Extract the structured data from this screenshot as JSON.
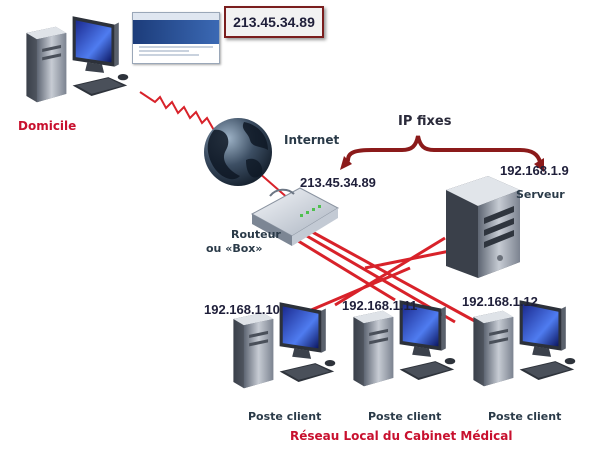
{
  "callout_ip": "213.45.34.89",
  "labels": {
    "domicile": "Domicile",
    "internet": "Internet",
    "ip_fixes": "IP fixes",
    "router_public_ip": "213.45.34.89",
    "server_ip": "192.168.1.9",
    "serveur": "Serveur",
    "routeur": "Routeur",
    "box": "ou «Box»",
    "client_ips": [
      "192.168.1.10",
      "192.168.1.11",
      "192.168.1.12"
    ],
    "poste_client": "Poste client",
    "network_caption": "Réseau Local du Cabinet Médical"
  },
  "colors": {
    "link_red": "#d8222a",
    "brace": "#8b1a1a",
    "caption_red": "#c8102e",
    "label_dark": "#2a3a48"
  },
  "icons": [
    "computer-icon",
    "globe-icon",
    "router-icon",
    "server-icon"
  ]
}
